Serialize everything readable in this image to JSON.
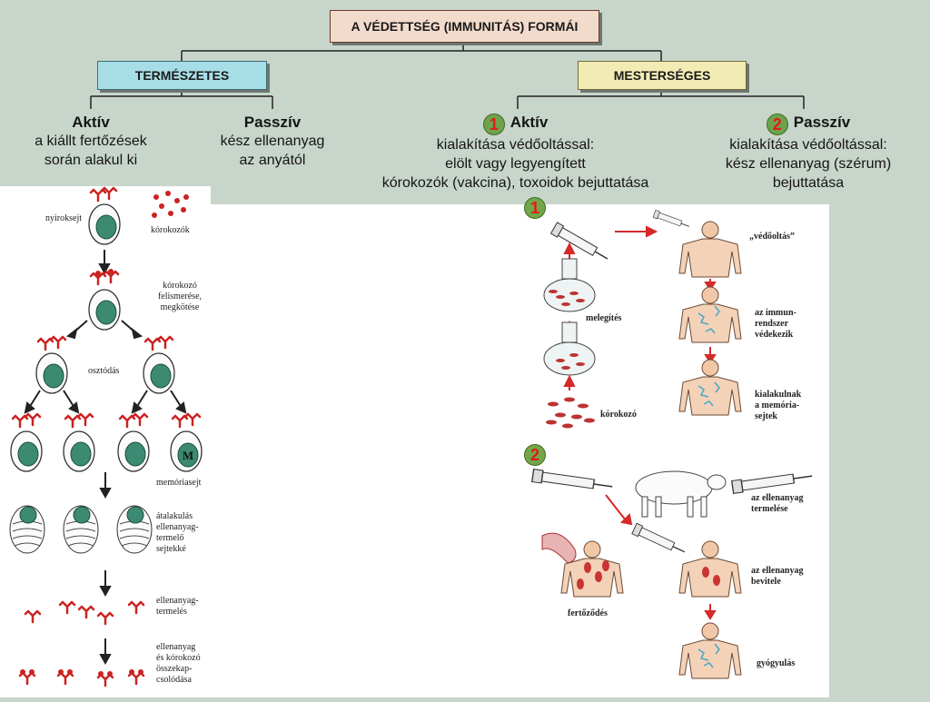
{
  "title": "A VÉDETTSÉG (IMMUNITÁS) FORMÁI",
  "natural": {
    "label": "TERMÉSZETES",
    "active": {
      "title": "Aktív",
      "lines": [
        "a kiállt fertőzések",
        "során alakul ki"
      ]
    },
    "passive": {
      "title": "Passzív",
      "lines": [
        "kész ellenanyag",
        "az anyától"
      ]
    }
  },
  "artificial": {
    "label": "MESTERSÉGES",
    "active": {
      "num": "1",
      "title": "Aktív",
      "lines": [
        "kialakítása védőoltással:",
        "elölt vagy legyengített",
        "kórokozók (vakcina), toxoidok bejuttatása"
      ]
    },
    "passive": {
      "num": "2",
      "title": "Passzív",
      "lines": [
        "kialakítása védőoltással:",
        "kész ellenanyag (szérum)",
        "bejuttatása"
      ]
    }
  },
  "left_diagram": {
    "nyiroksejt": "nyiroksejt",
    "korokozok": "kórokozók",
    "felismeres": [
      "kórokozó",
      "felismerése,",
      "megkötése"
    ],
    "osztodas": "osztódás",
    "memoriasejt": "memóriasejt",
    "memory_letter": "M",
    "atalakulas": [
      "átalakulás",
      "ellenanyag-",
      "termelő",
      "sejtekké"
    ],
    "termeles": [
      "ellenanyag-",
      "termelés"
    ],
    "osszekap": [
      "ellenanyag",
      "és kórokozó",
      "összekap-",
      "csolódása"
    ]
  },
  "right_diagram": {
    "badge1": "1",
    "badge2": "2",
    "vedooltas": "„védőoltás”",
    "melegites": "melegítés",
    "korokozo": "kórokozó",
    "immunrendszer": [
      "az immun-",
      "rendszer",
      "védekezik"
    ],
    "memoria": [
      "kialakulnak",
      "a memória-",
      "sejtek"
    ],
    "termelese": [
      "az ellenanyag",
      "termelése"
    ],
    "bevitele": [
      "az ellenanyag",
      "bevitele"
    ],
    "fertozodes": "fertőződés",
    "gyogyulas": "gyógyulás"
  },
  "colors": {
    "background": "#c8d5cb",
    "accent_red": "#d42a2a",
    "cell_green": "#3d8b74",
    "badge_green": "#6fa24c"
  }
}
